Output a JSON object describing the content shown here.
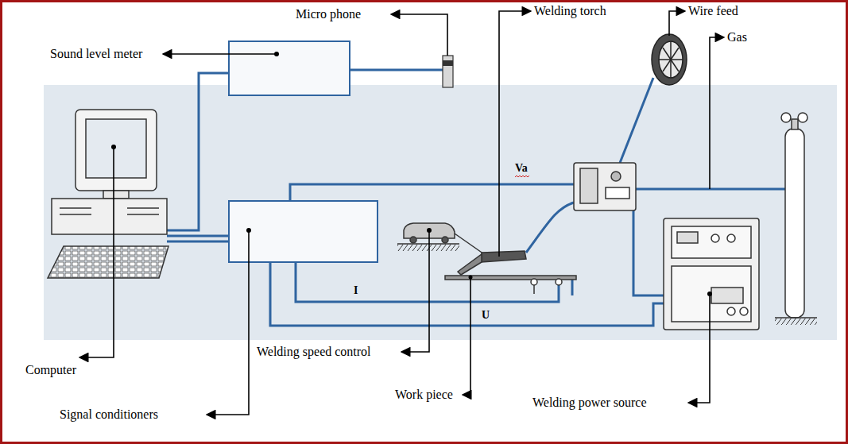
{
  "diagram": {
    "labels": [
      "Sound level meter",
      "Micro phone",
      "Welding torch",
      "Wire feed",
      "Gas",
      "Va",
      "I",
      "U",
      "Computer",
      "Signal conditioners",
      "Welding speed control",
      "Work piece",
      "Welding power source"
    ]
  }
}
